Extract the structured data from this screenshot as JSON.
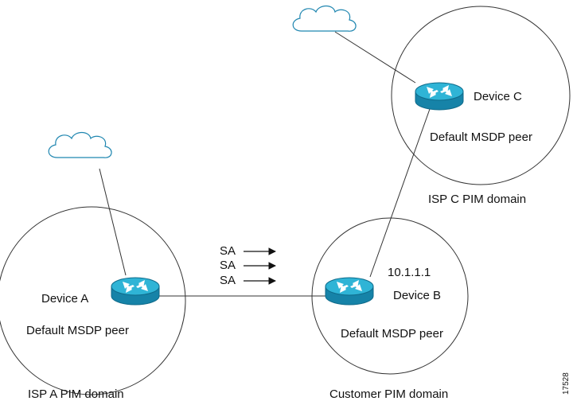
{
  "domains": {
    "isp_a": "ISP A PIM domain",
    "customer": "Customer PIM domain",
    "isp_c": "ISP C PIM domain"
  },
  "devices": {
    "a": {
      "name": "Device A",
      "role": "Default MSDP peer"
    },
    "b": {
      "name": "Device B",
      "role": "Default MSDP peer",
      "address": "10.1.1.1"
    },
    "c": {
      "name": "Device C",
      "role": "Default MSDP peer"
    }
  },
  "sa_messages": [
    "SA",
    "SA",
    "SA"
  ],
  "figure_id": "17528",
  "colors": {
    "router_top": "#2fb4d6",
    "router_side": "#1683a8",
    "router_arrows": "#ffffff",
    "line": "#333333",
    "cloud_stroke": "#1f86b0"
  }
}
